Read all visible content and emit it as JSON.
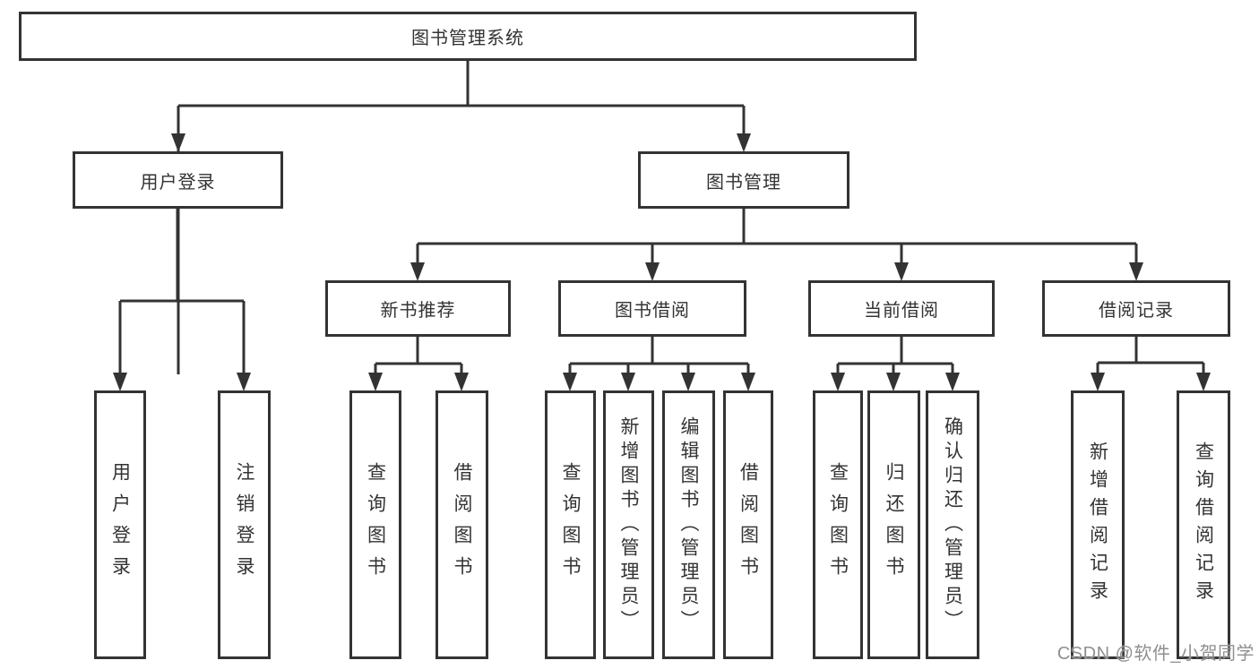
{
  "colors": {
    "line": "#333333",
    "text": "#333333",
    "background": "#ffffff",
    "watermark": "#8f8f8f"
  },
  "watermark": "CSDN @软件_小贺同学",
  "nodes": {
    "root": {
      "label": "图书管理系统"
    },
    "level2": [
      {
        "label": "用户登录"
      },
      {
        "label": "图书管理"
      }
    ],
    "level3": [
      {
        "label": "新书推荐",
        "parent": "图书管理"
      },
      {
        "label": "图书借阅",
        "parent": "图书管理"
      },
      {
        "label": "当前借阅",
        "parent": "图书管理"
      },
      {
        "label": "借阅记录",
        "parent": "图书管理"
      }
    ],
    "leaves": [
      {
        "label": "用户登录",
        "parent": "用户登录"
      },
      {
        "label": "注销登录",
        "parent": "用户登录"
      },
      {
        "label": "查询图书",
        "parent": "新书推荐"
      },
      {
        "label": "借阅图书",
        "parent": "新书推荐"
      },
      {
        "label": "查询图书",
        "parent": "图书借阅"
      },
      {
        "label": "新增图书（管理员）",
        "parent": "图书借阅"
      },
      {
        "label": "编辑图书（管理员）",
        "parent": "图书借阅"
      },
      {
        "label": "借阅图书",
        "parent": "图书借阅"
      },
      {
        "label": "查询图书",
        "parent": "当前借阅"
      },
      {
        "label": "归还图书",
        "parent": "当前借阅"
      },
      {
        "label": "确认归还（管理员）",
        "parent": "当前借阅"
      },
      {
        "label": "新增借阅记录",
        "parent": "借阅记录"
      },
      {
        "label": "查询借阅记录",
        "parent": "借阅记录"
      }
    ]
  }
}
